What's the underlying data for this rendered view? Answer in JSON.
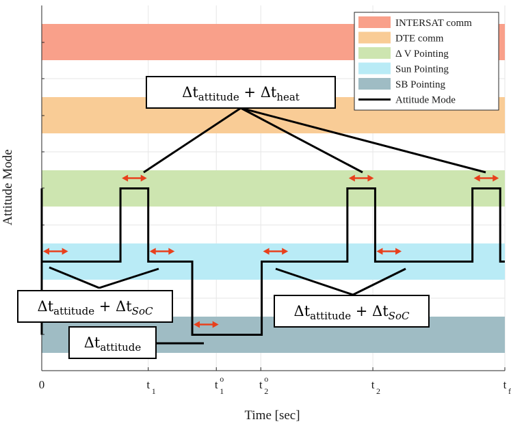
{
  "chart_data": {
    "type": "line",
    "xlabel": "Time [sec]",
    "ylabel": "Attitude Mode",
    "grid": true,
    "legend_position": "top-right",
    "x_ticks": [
      {
        "base": "0",
        "sup": "",
        "sub": ""
      },
      {
        "base": "t",
        "sup": "",
        "sub": "1"
      },
      {
        "base": "t",
        "sup": "o",
        "sub": "1"
      },
      {
        "base": "t",
        "sup": "o",
        "sub": "2"
      },
      {
        "base": "t",
        "sup": "",
        "sub": "2"
      },
      {
        "base": "t",
        "sup": "",
        "sub": "f"
      }
    ],
    "bands": [
      {
        "name": "INTERSAT comm",
        "color": "#f9a08a"
      },
      {
        "name": "DTE comm",
        "color": "#f9cc96"
      },
      {
        "name": "Δ V Pointing",
        "color": "#cde5b0"
      },
      {
        "name": "Sun Pointing",
        "color": "#b9ebf6"
      },
      {
        "name": "SB Pointing",
        "color": "#9fbcc4"
      }
    ],
    "series": [
      {
        "name": "Attitude Mode",
        "color": "#000000",
        "x": [
          0,
          0.17,
          0.17,
          0.23,
          0.23,
          0.325,
          0.325,
          0.475,
          0.475,
          0.66,
          0.66,
          0.72,
          0.72,
          0.93,
          0.93,
          0.99,
          0.99,
          1.0
        ],
        "y": [
          "Sun Pointing",
          "Sun Pointing",
          "Δ V Pointing",
          "Δ V Pointing",
          "Sun Pointing",
          "Sun Pointing",
          "SB Pointing",
          "SB Pointing",
          "Sun Pointing",
          "Sun Pointing",
          "Δ V Pointing",
          "Δ V Pointing",
          "Sun Pointing",
          "Sun Pointing",
          "Δ V Pointing",
          "Δ V Pointing",
          "Sun Pointing",
          "Sun Pointing"
        ]
      }
    ],
    "annotations": [
      {
        "id": "heat",
        "base": "Δt",
        "sub1": "attitude",
        "mid": " + Δt",
        "sub2": "heat",
        "sub2_italic": false
      },
      {
        "id": "soc-left",
        "base": "Δt",
        "sub1": "attitude",
        "mid": " + Δt",
        "sub2": "SoC",
        "sub2_italic": true
      },
      {
        "id": "soc-right",
        "base": "Δt",
        "sub1": "attitude",
        "mid": " + Δt",
        "sub2": "SoC",
        "sub2_italic": true
      },
      {
        "id": "att",
        "base": "Δt",
        "sub1": "attitude",
        "mid": "",
        "sub2": "",
        "sub2_italic": false
      }
    ],
    "arrow_color": "#e8401c"
  }
}
